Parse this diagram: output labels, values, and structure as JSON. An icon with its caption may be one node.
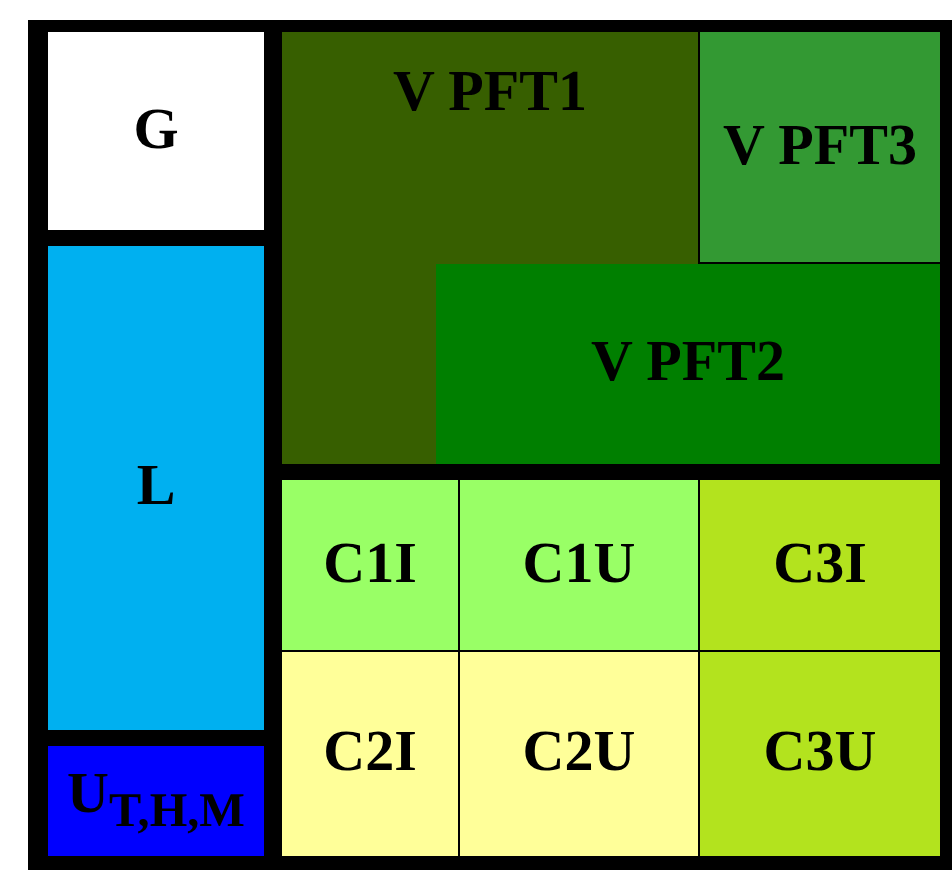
{
  "diagram": {
    "nodes": [
      {
        "text": [
          "G"
        ]
      },
      {
        "text": [
          "L"
        ]
      },
      {
        "text": [
          "U$_{T,H,M}$"
        ]
      },
      {
        "text": [
          "V PFT1"
        ]
      },
      {
        "text": [
          "V PFT3"
        ]
      },
      {
        "text": [
          "V PFT2"
        ]
      },
      {
        "text": [
          "C1I"
        ]
      },
      {
        "text": [
          "C1U"
        ]
      },
      {
        "text": [
          "C3I"
        ]
      },
      {
        "text": [
          "C2I"
        ]
      },
      {
        "text": [
          "C2U"
        ]
      },
      {
        "text": [
          "C3U"
        ]
      }
    ]
  }
}
